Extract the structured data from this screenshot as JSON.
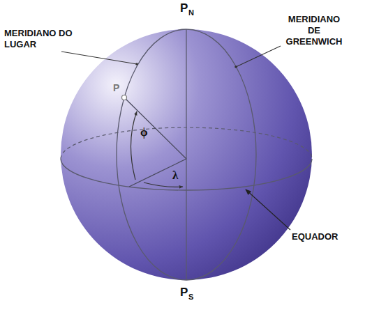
{
  "diagram": {
    "labels": [
      "P",
      "N",
      "MERIDIANO DO LUGAR",
      "MERIDIANO DE GREENWICH",
      "P",
      "ϕ",
      "λ",
      "EQUADOR",
      "P",
      "S"
    ]
  }
}
